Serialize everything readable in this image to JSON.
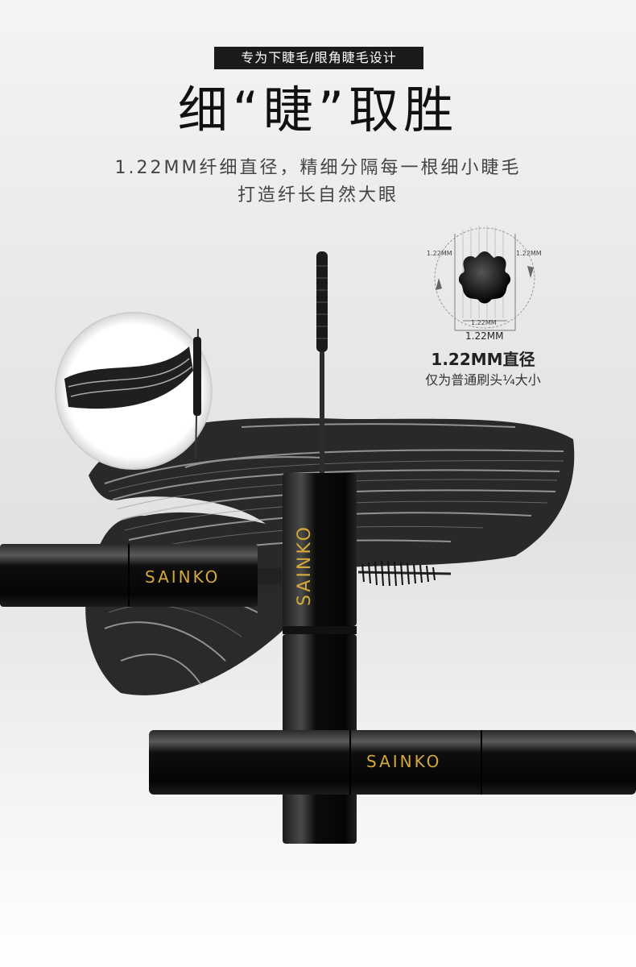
{
  "tag": "专为下睫毛/眼角睫毛设计",
  "title": "细“睫”取胜",
  "subtitle_line1": "1.22MM纤细直径，精细分隔每一根细小睫毛",
  "subtitle_line2": "打造纤长自然大眼",
  "diagram": {
    "label_left": "1.22MM",
    "label_right": "1.22MM",
    "label_inner": "1.22MM",
    "label_bottom": "1.22MM",
    "caption_title": "1.22MM直径",
    "caption_sub": "仅为普通刷头¼大小"
  },
  "brand": {
    "left": "SAINKO",
    "vertical": "SAINKO",
    "bottom": "SAINKO"
  },
  "colors": {
    "accent_gold": "#d4a93a",
    "product_black": "#0c0c0c",
    "tag_bg": "#1b1b1b"
  }
}
